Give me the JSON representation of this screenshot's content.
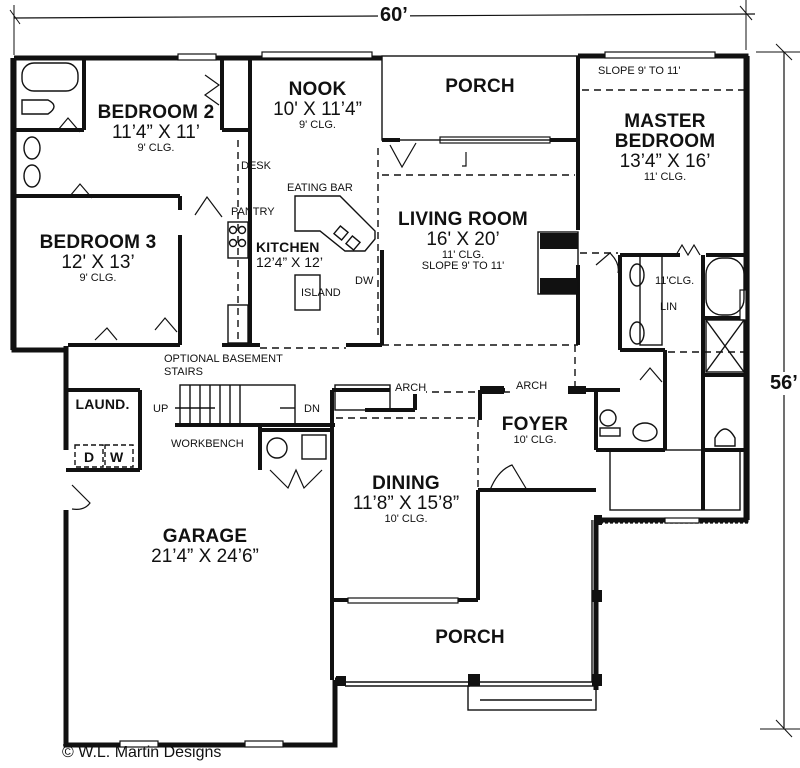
{
  "dimensions": {
    "width": "60’",
    "depth": "56’"
  },
  "rooms": {
    "bedroom2": {
      "name": "BEDROOM 2",
      "size": "11’4” X 11’",
      "ceiling": "9' CLG."
    },
    "nook": {
      "name": "NOOK",
      "size": "10' X 11’4”",
      "ceiling": "9' CLG."
    },
    "porch_rear": {
      "name": "PORCH"
    },
    "master": {
      "name_line1": "MASTER",
      "name_line2": "BEDROOM",
      "size": "13’4” X 16’",
      "ceiling": "11' CLG.",
      "note": "SLOPE 9' TO 11'"
    },
    "bedroom3": {
      "name": "BEDROOM 3",
      "size": "12' X 13’",
      "ceiling": "9' CLG."
    },
    "kitchen": {
      "name": "KITCHEN",
      "size": "12’4” X 12’"
    },
    "living": {
      "name": "LIVING ROOM",
      "size": "16' X 20’",
      "ceiling": "11' CLG.",
      "note": "SLOPE 9' TO 11'"
    },
    "master_bath": {
      "ceiling": "11'CLG."
    },
    "foyer": {
      "name": "FOYER",
      "ceiling": "10' CLG."
    },
    "dining": {
      "name": "DINING",
      "size": "11’8” X 15’8”",
      "ceiling": "10' CLG."
    },
    "garage": {
      "name": "GARAGE",
      "size": "21’4” X 24’6”"
    },
    "porch_front": {
      "name": "PORCH"
    },
    "laundry": {
      "name": "LAUND."
    }
  },
  "annotations": {
    "desk": "DESK",
    "eating_bar": "EATING BAR",
    "pantry": "PANTRY",
    "island": "ISLAND",
    "dw": "DW",
    "lin": "LIN",
    "optional_stairs_1": "OPTIONAL BASEMENT",
    "optional_stairs_2": "STAIRS",
    "up": "UP",
    "dn": "DN",
    "workbench": "WORKBENCH",
    "arch_left": "ARCH",
    "arch_right": "ARCH",
    "dryer": "D",
    "washer": "W"
  },
  "copyright": "© W.L. Martin Designs",
  "colors": {
    "ink": "#111111",
    "paper": "#ffffff"
  }
}
